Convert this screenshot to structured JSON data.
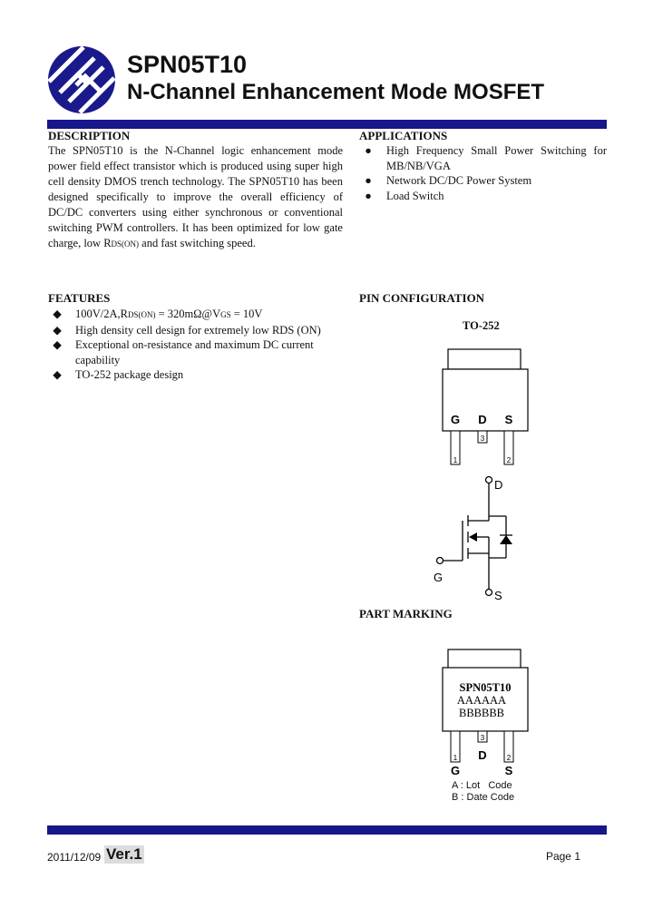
{
  "header": {
    "title": "SPN05T10",
    "subtitle": "N-Channel Enhancement Mode MOSFET"
  },
  "description": {
    "heading": "DESCRIPTION",
    "text_before": "The SPN05T10 is the N-Channel logic enhancement mode power field effect transistor which is produced using super high cell density DMOS trench technology. The SPN05T10 has been designed specifically to improve the overall efficiency of DC/DC converters using either synchronous or conventional switching PWM controllers. It has been optimized for low gate charge, low R",
    "rds_sub": "DS(ON)",
    "text_after": " and fast switching speed."
  },
  "applications": {
    "heading": "APPLICATIONS",
    "items": [
      "High Frequency Small Power Switching for MB/NB/VGA",
      "Network DC/DC Power System",
      "Load Switch"
    ]
  },
  "features": {
    "heading": "FEATURES",
    "item1": {
      "a": "100V/2A,R",
      "sub1": "DS(ON)",
      "b": " = 320mΩ@V",
      "sub2": "GS",
      "c": " = 10V"
    },
    "items": [
      "High density cell design for extremely low RDS (ON)",
      "Exceptional on-resistance and maximum DC current capability",
      "TO-252 package design"
    ]
  },
  "pin_configuration": {
    "heading": "PIN CONFIGURATION",
    "package": "TO-252",
    "pins": [
      "G",
      "D",
      "S"
    ],
    "pin_numbers": [
      "1",
      "3",
      "2"
    ],
    "symbol_labels": {
      "drain": "D",
      "gate": "G",
      "source": "S"
    }
  },
  "part_marking": {
    "heading": "PART MARKING",
    "line1": "SPN05T10",
    "line2": "AAAAAA",
    "line3": "BBBBBB",
    "pins": [
      "G",
      "D",
      "S"
    ],
    "pin_numbers": [
      "1",
      "3",
      "2"
    ],
    "legend_a": "A : Lot   Code",
    "legend_b": "B : Date Code"
  },
  "footer": {
    "date": "2011/12/09",
    "version": "Ver.1",
    "page": "Page 1"
  },
  "colors": {
    "rule": "#17178a",
    "logo": "#1a1a8c"
  }
}
